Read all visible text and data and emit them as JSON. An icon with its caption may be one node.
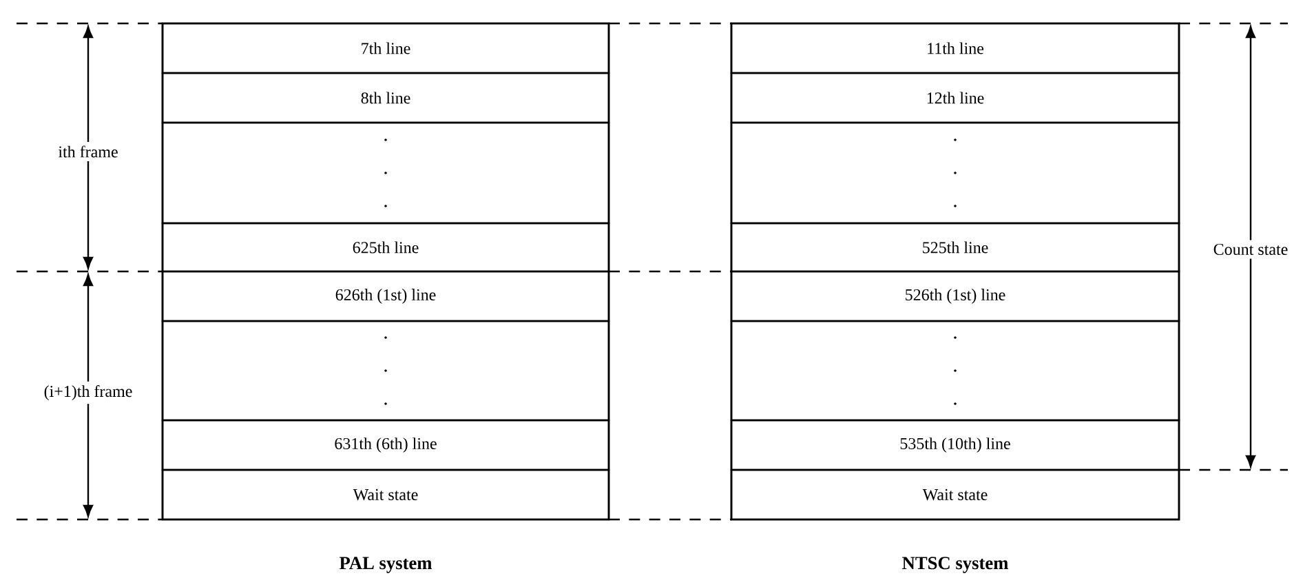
{
  "diagram": {
    "nodes": [
      {
        "text": [],
        "shape": "box",
        "beside": [
          "PAL system"
        ]
      },
      {
        "text": [
          "7th line"
        ],
        "in": 0
      },
      {
        "text": [
          "8th line"
        ],
        "in": 0
      },
      {
        "text": [],
        "shape": "box",
        "in": 0
      },
      {
        "text": [
          "625th line"
        ],
        "in": 0
      },
      {
        "text": [
          "626th (1st) line"
        ],
        "in": 0
      },
      {
        "text": [],
        "shape": "box",
        "in": 0
      },
      {
        "text": [
          "631th (6th) line"
        ],
        "in": 0
      },
      {
        "text": [
          "Wait state"
        ],
        "in": 0
      },
      {
        "text": [],
        "shape": "box",
        "beside": [
          "NTSC system"
        ]
      },
      {
        "text": [
          "11th line"
        ],
        "in": 9
      },
      {
        "text": [
          "12th line"
        ],
        "in": 9
      },
      {
        "text": [],
        "shape": "box",
        "in": 9
      },
      {
        "text": [
          "525th line"
        ],
        "in": 9
      },
      {
        "text": [
          "526th (1st) line"
        ],
        "in": 9
      },
      {
        "text": [],
        "shape": "box",
        "in": 9
      },
      {
        "text": [
          "535th (10th) line"
        ],
        "in": 9
      },
      {
        "text": [
          "Wait state"
        ],
        "in": 9
      }
    ],
    "labels": [
      "ith frame",
      "(i+1)th frame",
      "Count state"
    ]
  }
}
